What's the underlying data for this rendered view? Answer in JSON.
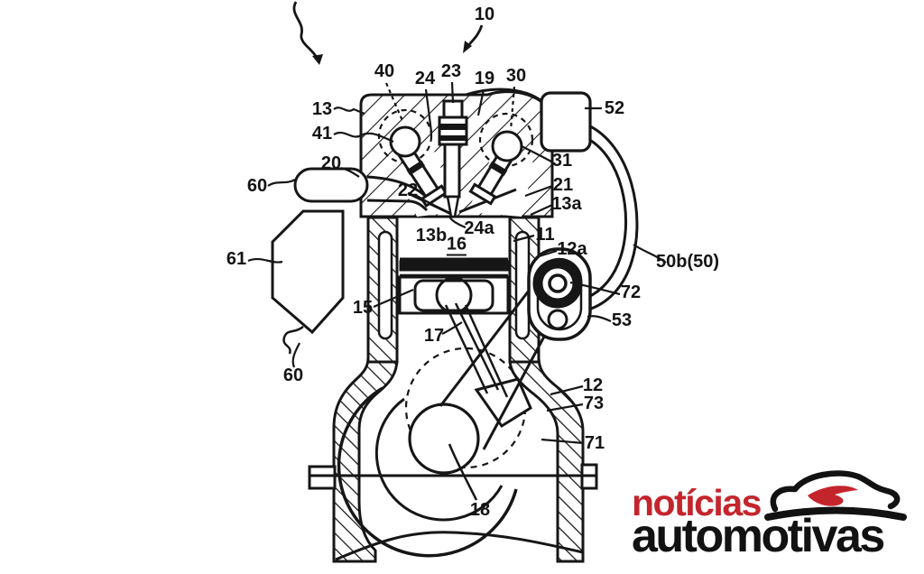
{
  "figure": {
    "type": "patent engine cross-section diagram",
    "labels": [
      {
        "text": "10"
      },
      {
        "text": "13"
      },
      {
        "text": "40"
      },
      {
        "text": "41"
      },
      {
        "text": "24"
      },
      {
        "text": "23"
      },
      {
        "text": "19"
      },
      {
        "text": "30"
      },
      {
        "text": "52"
      },
      {
        "text": "31"
      },
      {
        "text": "20"
      },
      {
        "text": "60"
      },
      {
        "text": "22"
      },
      {
        "text": "21"
      },
      {
        "text": "13a"
      },
      {
        "text": "24a"
      },
      {
        "text": "13b"
      },
      {
        "text": "16"
      },
      {
        "text": "11"
      },
      {
        "text": "12a"
      },
      {
        "text": "61"
      },
      {
        "text": "50b(50)"
      },
      {
        "text": "72"
      },
      {
        "text": "53"
      },
      {
        "text": "15"
      },
      {
        "text": "17"
      },
      {
        "text": "60"
      },
      {
        "text": "12"
      },
      {
        "text": "73"
      },
      {
        "text": "71"
      },
      {
        "text": "18"
      }
    ]
  },
  "logo": {
    "word1": "notícias",
    "word2": "automotivas"
  },
  "colors": {
    "ink": "#161616",
    "logo_red": "#c4252c",
    "logo_dark": "#121212",
    "background": "#ffffff"
  }
}
